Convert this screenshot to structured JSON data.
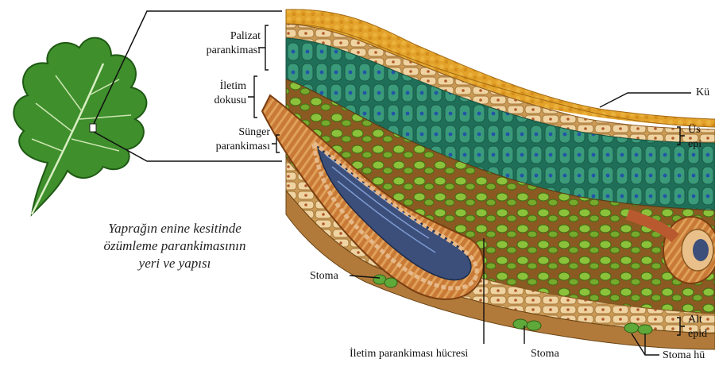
{
  "colors": {
    "cuticle": "#e5a52a",
    "epidermis": "#d9b77a",
    "palisade": "#2f8f73",
    "spongy": "#7fb433",
    "vein": "#b9592f",
    "leaf": "#3f8f2c"
  },
  "labels": {
    "palizat": [
      "Palizat",
      "parankiması"
    ],
    "iletim_dokusu": [
      "İletim",
      "dokusu"
    ],
    "sunger": [
      "Sünger",
      "parankiması"
    ],
    "kutikula": "Kü",
    "ust_epidermis": [
      "Üs",
      "epi"
    ],
    "stoma_left": "Stoma",
    "iletim_parankimasi": "İletim parankiması hücresi",
    "stoma_bottom": "Stoma",
    "alt_epidermis": [
      "Alt",
      "epid"
    ],
    "stoma_hucresi": "Stoma hü"
  },
  "caption": [
    "Yaprağın enine kesitinde",
    "özümleme parankimasının",
    "yeri ve yapısı"
  ]
}
